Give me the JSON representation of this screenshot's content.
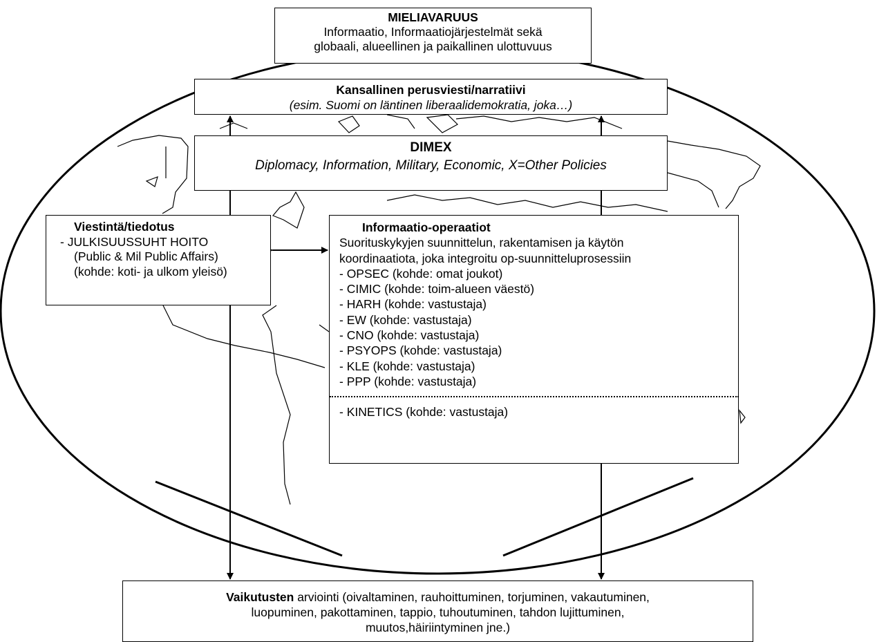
{
  "mieliavaruus": {
    "title": "MIELIAVARUUS",
    "line1": "Informaatio, Informaatiojärjestelmät sekä",
    "line2": "globaali, alueellinen ja paikallinen ulottuvuus"
  },
  "narrative": {
    "title": "Kansallinen perusviesti/narratiivi",
    "subtitle": "(esim. Suomi on läntinen liberaalidemokratia, joka…)"
  },
  "dimex": {
    "title": "DIMEX",
    "subtitle": "Diplomacy, Information, Military, Economic, X=Other Policies"
  },
  "viestinta": {
    "title": "Viestintä/tiedotus",
    "line1": "- JULKISUUSSUHT HOITO",
    "line2": "(Public & Mil Public Affairs)",
    "line3": "(kohde: koti- ja ulkom yleisö)"
  },
  "info_ops": {
    "title": "Informaatio-operaatiot",
    "desc1": "Suorituskykyjen suunnittelun, rakentamisen ja käytön",
    "desc2": "koordinaatiota, joka integroitu op-suunnitteluprosessiin",
    "items": [
      "- OPSEC (kohde: omat joukot)",
      "- CIMIC (kohde: toim-alueen väestö)",
      "- HARH (kohde: vastustaja)",
      "- EW (kohde: vastustaja)",
      "- CNO (kohde: vastustaja)",
      "- PSYOPS (kohde: vastustaja)",
      "- KLE (kohde: vastustaja)",
      "- PPP (kohde: vastustaja)"
    ],
    "kinetics": "- KINETICS (kohde: vastustaja)"
  },
  "vaikutukset": {
    "bold": "Vaikutusten",
    "line1_rest": " arviointi (oivaltaminen, rauhoittuminen, torjuminen, vakautuminen,",
    "line2": "luopuminen, pakottaminen, tappio, tuhoutuminen, tahdon lujittuminen,",
    "line3": "muutos,häiriintyminen jne.)"
  }
}
